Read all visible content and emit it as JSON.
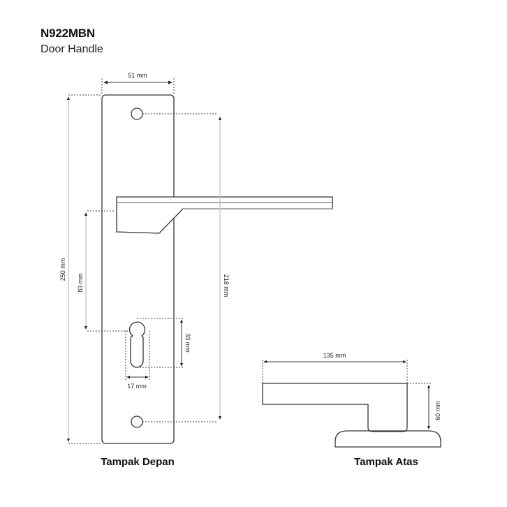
{
  "product": {
    "code": "N922MBN",
    "type": "Door Handle"
  },
  "front_view": {
    "label": "Tampak Depan",
    "dimensions": {
      "plate_width": "51 mm",
      "plate_height": "250 mm",
      "screw_spacing": "218 mm",
      "handle_to_keyhole": "83 mm",
      "keyhole_height": "33 mm",
      "keyhole_width": "17 mm"
    }
  },
  "top_view": {
    "label": "Tampak Atas",
    "dimensions": {
      "handle_length": "135 mm",
      "projection": "60 mm"
    }
  },
  "colors": {
    "line": "#333333",
    "dimension_line": "#bdbdbd",
    "text": "#111111"
  }
}
